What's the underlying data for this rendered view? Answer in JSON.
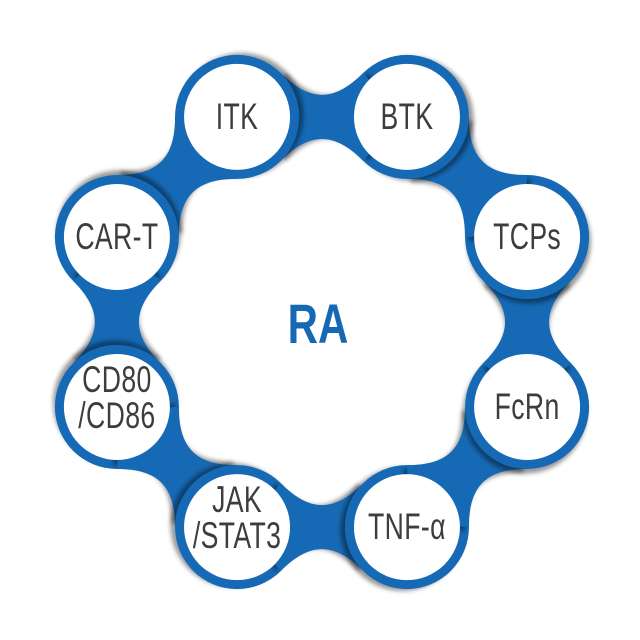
{
  "diagram": {
    "center_label": "RA",
    "colors": {
      "chain_blue": "#1569b4",
      "node_fill": "#ffffff",
      "node_text": "#3d3d3d",
      "center_text": "#1569b4",
      "background": "#ffffff",
      "shadow": "#000000"
    },
    "nodes": [
      {
        "id": "itk",
        "lines": [
          "ITK"
        ]
      },
      {
        "id": "btk",
        "lines": [
          "BTK"
        ]
      },
      {
        "id": "tcps",
        "lines": [
          "TCPs"
        ]
      },
      {
        "id": "fcrn",
        "lines": [
          "FcRn"
        ]
      },
      {
        "id": "tnf-alpha",
        "lines": [
          "TNF-α"
        ]
      },
      {
        "id": "jak-stat3",
        "lines": [
          "JAK",
          "/STAT3"
        ]
      },
      {
        "id": "cd80-cd86",
        "lines": [
          "CD80",
          "/CD86"
        ]
      },
      {
        "id": "car-t",
        "lines": [
          "CAR-T"
        ]
      }
    ]
  }
}
